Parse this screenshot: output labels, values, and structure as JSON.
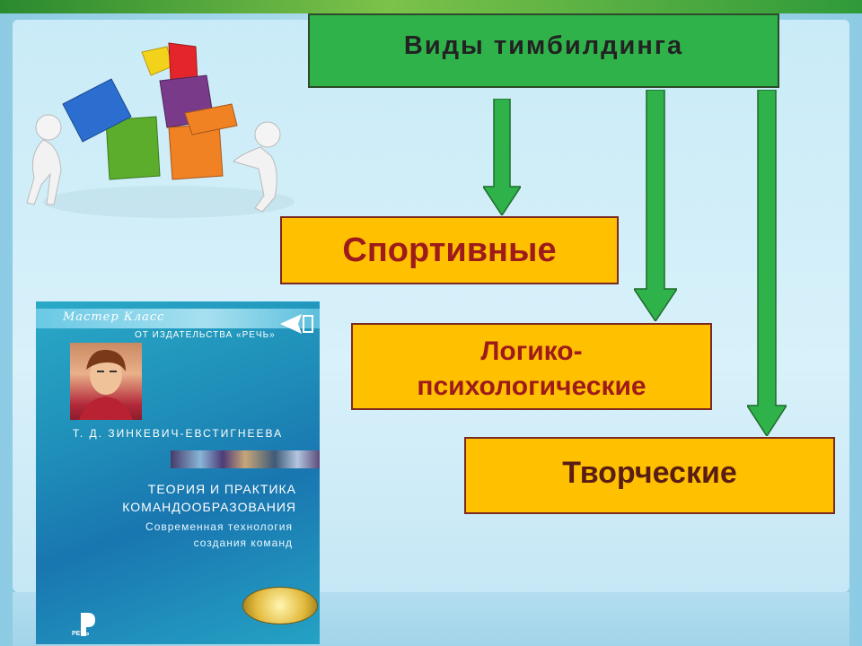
{
  "slide": {
    "title": "Виды тимбилдинга",
    "categories": [
      {
        "line1": "Спортивные",
        "line2": ""
      },
      {
        "line1": "Логико-",
        "line2": "психологические"
      },
      {
        "line1": "Творческие",
        "line2": ""
      }
    ]
  },
  "book": {
    "series": "Мастер Класс",
    "publisher": "ОТ ИЗДАТЕЛЬСТВА «РЕЧЬ»",
    "author": "Т. Д. ЗИНКЕВИЧ-ЕВСТИГНЕЕВА",
    "title_line1": "ТЕОРИЯ И ПРАКТИКА",
    "title_line2": "КОМАНДООБРАЗОВАНИЯ",
    "subtitle_line1": "Современная технология",
    "subtitle_line2": "создания команд",
    "seal_text": "",
    "logo_text": "РЕЧЬ"
  },
  "colors": {
    "title_box": "#2fb24a",
    "category_box": "#ffc000",
    "category_text": "#9e1b1b",
    "arrow": "#2fb24a"
  },
  "icons": [
    "puzzle-teamwork-clipart",
    "down-arrow",
    "book-cover"
  ]
}
